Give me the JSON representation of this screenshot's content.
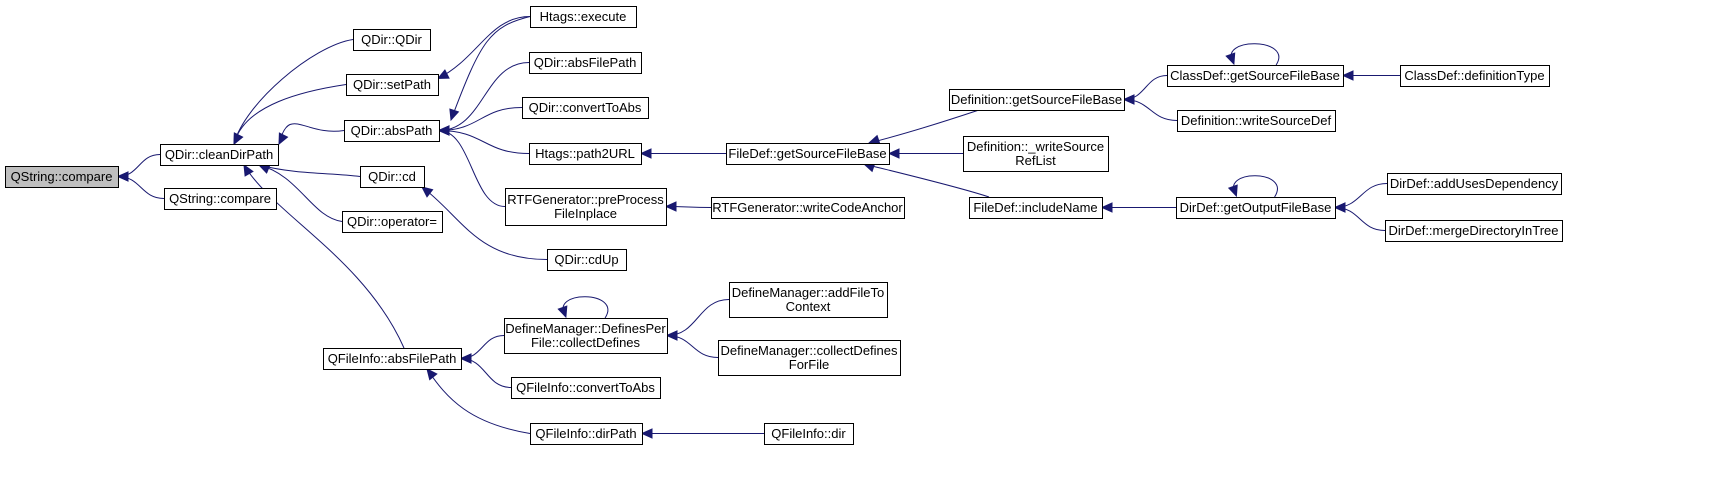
{
  "diagram": {
    "colors": {
      "root_fill": "#bfbfbf",
      "node_fill": "#ffffff",
      "border": "#000000",
      "edge": "#191970"
    },
    "nodes": [
      {
        "id": "n0",
        "lines": [
          "QString::compare"
        ],
        "root": true
      },
      {
        "id": "n1",
        "lines": [
          "QDir::cleanDirPath"
        ]
      },
      {
        "id": "n2",
        "lines": [
          "QString::compare"
        ]
      },
      {
        "id": "n3",
        "lines": [
          "QDir::QDir"
        ]
      },
      {
        "id": "n4",
        "lines": [
          "QDir::setPath"
        ]
      },
      {
        "id": "n5",
        "lines": [
          "QDir::absPath"
        ]
      },
      {
        "id": "n6",
        "lines": [
          "QDir::cd"
        ]
      },
      {
        "id": "n7",
        "lines": [
          "QDir::operator="
        ]
      },
      {
        "id": "n8",
        "lines": [
          "QFileInfo::absFilePath"
        ]
      },
      {
        "id": "n9",
        "lines": [
          "Htags::execute"
        ]
      },
      {
        "id": "n10",
        "lines": [
          "QDir::absFilePath"
        ]
      },
      {
        "id": "n11",
        "lines": [
          "QDir::convertToAbs"
        ]
      },
      {
        "id": "n12",
        "lines": [
          "Htags::path2URL"
        ]
      },
      {
        "id": "n13",
        "lines": [
          "RTFGenerator::preProcess",
          "FileInplace"
        ]
      },
      {
        "id": "n14",
        "lines": [
          "QDir::cdUp"
        ]
      },
      {
        "id": "n15",
        "lines": [
          "DefineManager::DefinesPer",
          "File::collectDefines"
        ]
      },
      {
        "id": "n16",
        "lines": [
          "QFileInfo::convertToAbs"
        ]
      },
      {
        "id": "n17",
        "lines": [
          "QFileInfo::dirPath"
        ]
      },
      {
        "id": "n18",
        "lines": [
          "FileDef::getSourceFileBase"
        ]
      },
      {
        "id": "n19",
        "lines": [
          "RTFGenerator::writeCodeAnchor"
        ]
      },
      {
        "id": "n20",
        "lines": [
          "DefineManager::addFileTo",
          "Context"
        ]
      },
      {
        "id": "n21",
        "lines": [
          "DefineManager::collectDefines",
          "ForFile"
        ]
      },
      {
        "id": "n22",
        "lines": [
          "QFileInfo::dir"
        ]
      },
      {
        "id": "n23",
        "lines": [
          "Definition::getSourceFileBase"
        ]
      },
      {
        "id": "n24",
        "lines": [
          "Definition::_writeSource",
          "RefList"
        ]
      },
      {
        "id": "n25",
        "lines": [
          "FileDef::includeName"
        ]
      },
      {
        "id": "n26",
        "lines": [
          "ClassDef::getSourceFileBase"
        ]
      },
      {
        "id": "n27",
        "lines": [
          "Definition::writeSourceDef"
        ]
      },
      {
        "id": "n28",
        "lines": [
          "DirDef::getOutputFileBase"
        ]
      },
      {
        "id": "n29",
        "lines": [
          "ClassDef::definitionType"
        ]
      },
      {
        "id": "n30",
        "lines": [
          "DirDef::addUsesDependency"
        ]
      },
      {
        "id": "n31",
        "lines": [
          "DirDef::mergeDirectoryInTree"
        ]
      }
    ],
    "edges": [
      {
        "from": "n1",
        "to": "n0"
      },
      {
        "from": "n2",
        "to": "n0"
      },
      {
        "from": "n3",
        "to": "n1"
      },
      {
        "from": "n4",
        "to": "n1"
      },
      {
        "from": "n5",
        "to": "n1"
      },
      {
        "from": "n6",
        "to": "n1"
      },
      {
        "from": "n7",
        "to": "n1"
      },
      {
        "from": "n8",
        "to": "n1"
      },
      {
        "from": "n9",
        "to": "n4"
      },
      {
        "from": "n9",
        "to": "n5"
      },
      {
        "from": "n10",
        "to": "n5"
      },
      {
        "from": "n11",
        "to": "n5"
      },
      {
        "from": "n12",
        "to": "n5"
      },
      {
        "from": "n13",
        "to": "n5"
      },
      {
        "from": "n14",
        "to": "n6"
      },
      {
        "from": "n15",
        "to": "n8"
      },
      {
        "from": "n16",
        "to": "n8"
      },
      {
        "from": "n17",
        "to": "n8"
      },
      {
        "from": "n18",
        "to": "n12"
      },
      {
        "from": "n19",
        "to": "n13"
      },
      {
        "from": "n15",
        "to": "n15"
      },
      {
        "from": "n20",
        "to": "n15"
      },
      {
        "from": "n21",
        "to": "n15"
      },
      {
        "from": "n22",
        "to": "n17"
      },
      {
        "from": "n23",
        "to": "n18"
      },
      {
        "from": "n24",
        "to": "n18"
      },
      {
        "from": "n25",
        "to": "n18"
      },
      {
        "from": "n26",
        "to": "n23"
      },
      {
        "from": "n27",
        "to": "n23"
      },
      {
        "from": "n28",
        "to": "n25"
      },
      {
        "from": "n26",
        "to": "n26"
      },
      {
        "from": "n29",
        "to": "n26"
      },
      {
        "from": "n28",
        "to": "n28"
      },
      {
        "from": "n30",
        "to": "n28"
      },
      {
        "from": "n31",
        "to": "n28"
      }
    ]
  }
}
